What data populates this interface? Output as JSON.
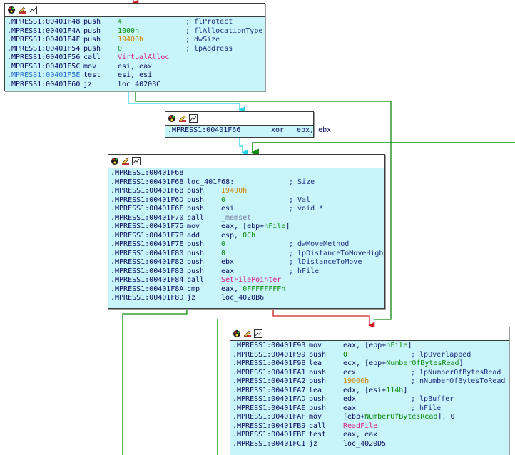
{
  "colors": {
    "node_bg": "#c7f5fa",
    "edge_cyan": "#28d3e6",
    "edge_green": "#0f8a0f",
    "edge_red": "#d21e1e",
    "entry_arrow": "#d21e1e"
  },
  "header_icons": [
    "color-palette-icon",
    "edit-pencil-icon",
    "graph-view-icon"
  ],
  "blocks": [
    {
      "id": "block1",
      "rows": [
        {
          "addr": ".MPRESS1:00401F48",
          "mn": "push",
          "op": "4",
          "op_kind": "num",
          "cm": "; flProtect"
        },
        {
          "addr": ".MPRESS1:00401F4A",
          "mn": "push",
          "op": "1000h",
          "op_kind": "num",
          "cm": "; flAllocationType"
        },
        {
          "addr": ".MPRESS1:00401F4F",
          "mn": "push",
          "op": "19400h",
          "op_kind": "imm",
          "cm": "; dwSize"
        },
        {
          "addr": ".MPRESS1:00401F54",
          "mn": "push",
          "op": "0",
          "op_kind": "num",
          "cm": "; lpAddress"
        },
        {
          "addr": ".MPRESS1:00401F56",
          "mn": "call",
          "op": "VirtualAlloc",
          "op_kind": "func",
          "cm": ""
        },
        {
          "addr": ".MPRESS1:00401F5C",
          "mn": "mov",
          "op": "esi, eax",
          "op_kind": "reg",
          "cm": ""
        },
        {
          "addr": ".MPRESS1:00401F5E",
          "mn": "test",
          "op": "esi, esi",
          "op_kind": "reg",
          "cm": "",
          "addr_hl": true
        },
        {
          "addr": ".MPRESS1:00401F60",
          "mn": "jz",
          "op": "loc_4020BC",
          "op_kind": "reg",
          "cm": ""
        }
      ]
    },
    {
      "id": "block2",
      "rows": [
        {
          "addr": ".MPRESS1:00401F66",
          "mn": "xor",
          "op": "ebx, ebx",
          "op_kind": "reg",
          "cm": ""
        }
      ]
    },
    {
      "id": "block3",
      "rows": [
        {
          "addr": ".MPRESS1:00401F68",
          "mn": "",
          "op": "",
          "op_kind": "reg",
          "cm": ""
        },
        {
          "addr": ".MPRESS1:00401F68",
          "mn": "loc_401F68:",
          "op": "",
          "op_kind": "reg",
          "cm": "; Size"
        },
        {
          "addr": ".MPRESS1:00401F68",
          "mn": "push",
          "op": "19400h",
          "op_kind": "imm",
          "cm": ""
        },
        {
          "addr": ".MPRESS1:00401F6D",
          "mn": "push",
          "op": "0",
          "op_kind": "num",
          "cm": "; Val"
        },
        {
          "addr": ".MPRESS1:00401F6F",
          "mn": "push",
          "op": "esi",
          "op_kind": "reg",
          "cm": "; void *"
        },
        {
          "addr": ".MPRESS1:00401F70",
          "mn": "call",
          "op": "_memset",
          "op_kind": "lib",
          "cm": ""
        },
        {
          "addr": ".MPRESS1:00401F75",
          "mn": "mov",
          "op_pre": "eax, [ebp+",
          "op_var": "hFile",
          "op_post": "]",
          "op_kind": "mixed",
          "cm": ""
        },
        {
          "addr": ".MPRESS1:00401F7B",
          "mn": "add",
          "op_pre": "esp, ",
          "op_var": "0Ch",
          "op_post": "",
          "op_kind": "mixed",
          "cm": ""
        },
        {
          "addr": ".MPRESS1:00401F7E",
          "mn": "push",
          "op": "0",
          "op_kind": "num",
          "cm": "; dwMoveMethod"
        },
        {
          "addr": ".MPRESS1:00401F80",
          "mn": "push",
          "op": "0",
          "op_kind": "num",
          "cm": "; lpDistanceToMoveHigh"
        },
        {
          "addr": ".MPRESS1:00401F82",
          "mn": "push",
          "op": "ebx",
          "op_kind": "reg",
          "cm": "; lDistanceToMove"
        },
        {
          "addr": ".MPRESS1:00401F83",
          "mn": "push",
          "op": "eax",
          "op_kind": "reg",
          "cm": "; hFile"
        },
        {
          "addr": ".MPRESS1:00401F84",
          "mn": "call",
          "op": "SetFilePointer",
          "op_kind": "func",
          "cm": ""
        },
        {
          "addr": ".MPRESS1:00401F8A",
          "mn": "cmp",
          "op_pre": "eax, ",
          "op_var": "0FFFFFFFFh",
          "op_post": "",
          "op_kind": "mixed",
          "cm": ""
        },
        {
          "addr": ".MPRESS1:00401F8D",
          "mn": "jz",
          "op": "loc_4020B6",
          "op_kind": "reg",
          "cm": ""
        }
      ]
    },
    {
      "id": "block4",
      "rows": [
        {
          "addr": ".MPRESS1:00401F93",
          "mn": "mov",
          "op_pre": "eax, [ebp+",
          "op_var": "hFile",
          "op_post": "]",
          "op_kind": "mixed",
          "cm": ""
        },
        {
          "addr": ".MPRESS1:00401F99",
          "mn": "push",
          "op": "0",
          "op_kind": "num",
          "cm": "; lpOverlapped"
        },
        {
          "addr": ".MPRESS1:00401F9B",
          "mn": "lea",
          "op_pre": "ecx, [ebp+",
          "op_var": "NumberOfBytesRead",
          "op_post": "]",
          "op_kind": "mixed",
          "cm": ""
        },
        {
          "addr": ".MPRESS1:00401FA1",
          "mn": "push",
          "op": "ecx",
          "op_kind": "reg",
          "cm": "; lpNumberOfBytesRead"
        },
        {
          "addr": ".MPRESS1:00401FA2",
          "mn": "push",
          "op": "19000h",
          "op_kind": "imm",
          "cm": "; nNumberOfBytesToRead"
        },
        {
          "addr": ".MPRESS1:00401FA7",
          "mn": "lea",
          "op_pre": "edx, [esi+",
          "op_var": "114h",
          "op_post": "]",
          "op_kind": "mixed",
          "cm": ""
        },
        {
          "addr": ".MPRESS1:00401FAD",
          "mn": "push",
          "op": "edx",
          "op_kind": "reg",
          "cm": "; lpBuffer"
        },
        {
          "addr": ".MPRESS1:00401FAE",
          "mn": "push",
          "op": "eax",
          "op_kind": "reg",
          "cm": "; hFile"
        },
        {
          "addr": ".MPRESS1:00401FAF",
          "mn": "mov",
          "op_pre": "[ebp+",
          "op_var": "NumberOfBytesRead",
          "op_post": "], 0",
          "op_kind": "mixed",
          "cm": ""
        },
        {
          "addr": ".MPRESS1:00401FB9",
          "mn": "call",
          "op": "ReadFile",
          "op_kind": "func",
          "cm": ""
        },
        {
          "addr": ".MPRESS1:00401FBF",
          "mn": "test",
          "op": "eax, eax",
          "op_kind": "reg",
          "cm": ""
        },
        {
          "addr": ".MPRESS1:00401FC1",
          "mn": "jz",
          "op": "loc_4020D5",
          "op_kind": "reg",
          "cm": ""
        }
      ]
    }
  ]
}
